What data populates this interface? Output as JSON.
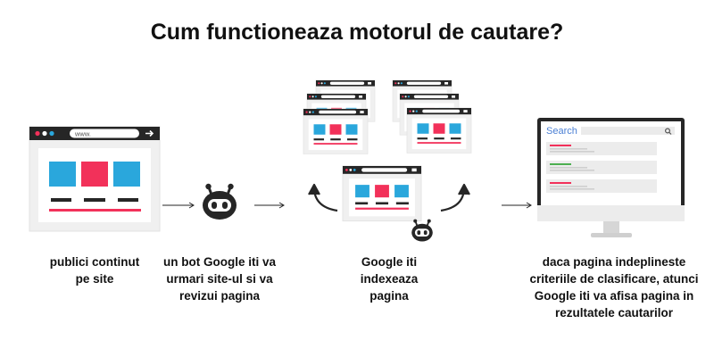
{
  "title": "Cum functioneaza motorul de cautare?",
  "browser_url": "www.",
  "search_label": "Search",
  "steps": [
    {
      "caption": "publici continut pe site"
    },
    {
      "caption": "un bot Google iti va urmari site-ul si va revizui pagina"
    },
    {
      "caption": "Google iti indexeaza pagina"
    },
    {
      "caption": "daca pagina indeplineste criteriile de clasificare, atunci Google iti va afisa pagina in rezultatele cautarilor"
    }
  ],
  "colors": {
    "blue": "#2aa7dc",
    "red": "#f2315a",
    "dark": "#262626",
    "panel": "#f0f0f0"
  },
  "icons": [
    "browser-window-icon",
    "robot-icon",
    "arrow-right-icon",
    "curved-arrow-icon",
    "monitor-icon",
    "magnifier-icon"
  ]
}
